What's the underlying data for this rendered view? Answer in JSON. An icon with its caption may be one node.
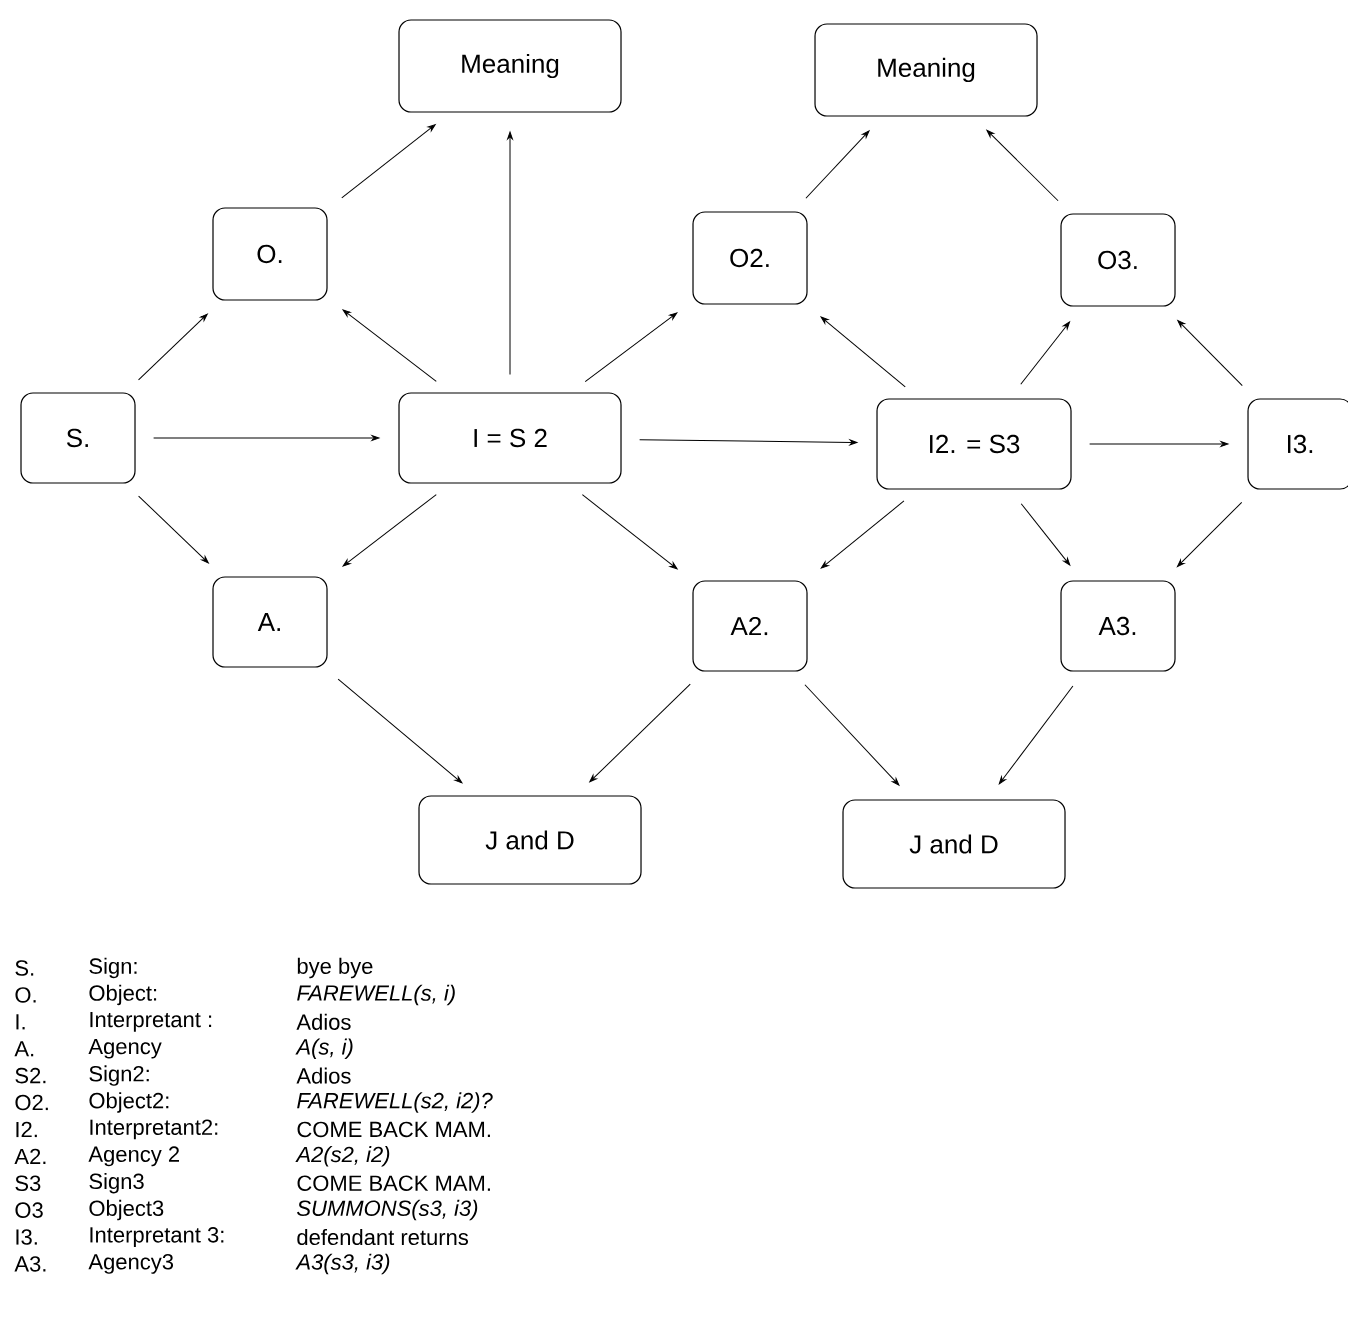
{
  "diagram": {
    "nodes": [
      {
        "text": [
          "Meaning"
        ]
      },
      {
        "text": [
          "Meaning"
        ]
      },
      {
        "text": [
          "O."
        ]
      },
      {
        "text": [
          "O2."
        ]
      },
      {
        "text": [
          "O3."
        ]
      },
      {
        "text": [
          "S."
        ]
      },
      {
        "text": [
          "I = S 2"
        ]
      },
      {
        "text": [
          "I2. = S3"
        ]
      },
      {
        "text": [
          "I3."
        ]
      },
      {
        "text": [
          "A."
        ]
      },
      {
        "text": [
          "A2."
        ]
      },
      {
        "text": [
          "A3."
        ]
      },
      {
        "text": [
          "J and D"
        ]
      },
      {
        "text": [
          "J and D"
        ]
      }
    ],
    "edges": [
      {
        "from": 5,
        "to": 2,
        "arrow": "to"
      },
      {
        "from": 5,
        "to": 6,
        "arrow": "to"
      },
      {
        "from": 5,
        "to": 9,
        "arrow": "to"
      },
      {
        "from": 2,
        "to": 0,
        "arrow": "to"
      },
      {
        "from": 6,
        "to": 0,
        "arrow": "to"
      },
      {
        "from": 6,
        "to": 2,
        "arrow": "to"
      },
      {
        "from": 6,
        "to": 9,
        "arrow": "to"
      },
      {
        "from": 6,
        "to": 3,
        "arrow": "to"
      },
      {
        "from": 6,
        "to": 10,
        "arrow": "to"
      },
      {
        "from": 6,
        "to": 7,
        "arrow": "to"
      },
      {
        "from": 9,
        "to": 12,
        "arrow": "to"
      },
      {
        "from": 10,
        "to": 12,
        "arrow": "to"
      },
      {
        "from": 3,
        "to": 1,
        "arrow": "to"
      },
      {
        "from": 4,
        "to": 1,
        "arrow": "to"
      },
      {
        "from": 7,
        "to": 3,
        "arrow": "to"
      },
      {
        "from": 7,
        "to": 10,
        "arrow": "to"
      },
      {
        "from": 7,
        "to": 4,
        "arrow": "to"
      },
      {
        "from": 7,
        "to": 11,
        "arrow": "to"
      },
      {
        "from": 7,
        "to": 8,
        "arrow": "to"
      },
      {
        "from": 8,
        "to": 4,
        "arrow": "to"
      },
      {
        "from": 8,
        "to": 11,
        "arrow": "to"
      },
      {
        "from": 10,
        "to": 13,
        "arrow": "to"
      },
      {
        "from": 11,
        "to": 13,
        "arrow": "to"
      }
    ],
    "labels": [
      "S.",
      "Sign:",
      "bye bye",
      "O.",
      "Object:",
      "FAREWELL(s, i)",
      "I.",
      "Interpretant   :",
      "Adios",
      "A.",
      "Agency",
      "A(s, i)",
      "S2.",
      "Sign2:",
      "Adios",
      "O2.",
      "Object2:",
      "FAREWELL(s2, i2)?",
      "I2.",
      "Interpretant2:",
      "COME BACK MAM.",
      "A2.",
      "Agency 2",
      "A2(s2, i2)",
      "S3",
      "Sign3",
      "COME BACK MAM.",
      "O3",
      "Object3",
      "SUMMONS(s3, i3)",
      "I3.",
      "Interpretant 3:",
      "defendant returns",
      "A3.",
      "Agency3",
      "A3(s3, i3)"
    ]
  }
}
